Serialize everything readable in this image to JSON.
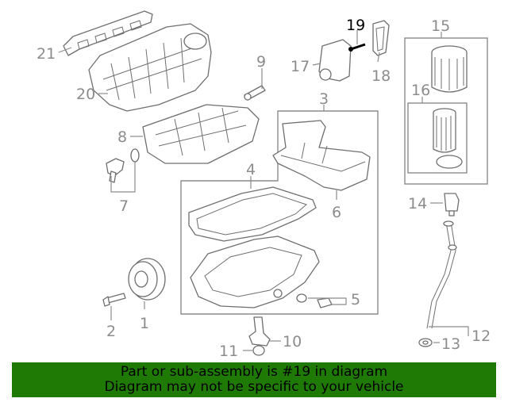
{
  "callouts": [
    {
      "id": "21",
      "label": "21"
    },
    {
      "id": "20",
      "label": "20"
    },
    {
      "id": "9",
      "label": "9"
    },
    {
      "id": "17",
      "label": "17"
    },
    {
      "id": "19",
      "label": "19",
      "highlight": true
    },
    {
      "id": "18",
      "label": "18"
    },
    {
      "id": "15",
      "label": "15"
    },
    {
      "id": "16",
      "label": "16"
    },
    {
      "id": "3",
      "label": "3"
    },
    {
      "id": "8",
      "label": "8"
    },
    {
      "id": "7",
      "label": "7"
    },
    {
      "id": "4",
      "label": "4"
    },
    {
      "id": "6",
      "label": "6"
    },
    {
      "id": "14",
      "label": "14"
    },
    {
      "id": "5",
      "label": "5"
    },
    {
      "id": "1",
      "label": "1"
    },
    {
      "id": "2",
      "label": "2"
    },
    {
      "id": "10",
      "label": "10"
    },
    {
      "id": "11",
      "label": "11"
    },
    {
      "id": "12",
      "label": "12"
    },
    {
      "id": "13",
      "label": "13"
    }
  ],
  "colors": {
    "highlight": "#000000",
    "callout": "#8c8c8c",
    "banner_bg": "#1f7a05"
  },
  "banner": {
    "line1": "Part or sub-assembly is #19 in diagram",
    "line2": "Diagram may not be specific to your vehicle"
  }
}
